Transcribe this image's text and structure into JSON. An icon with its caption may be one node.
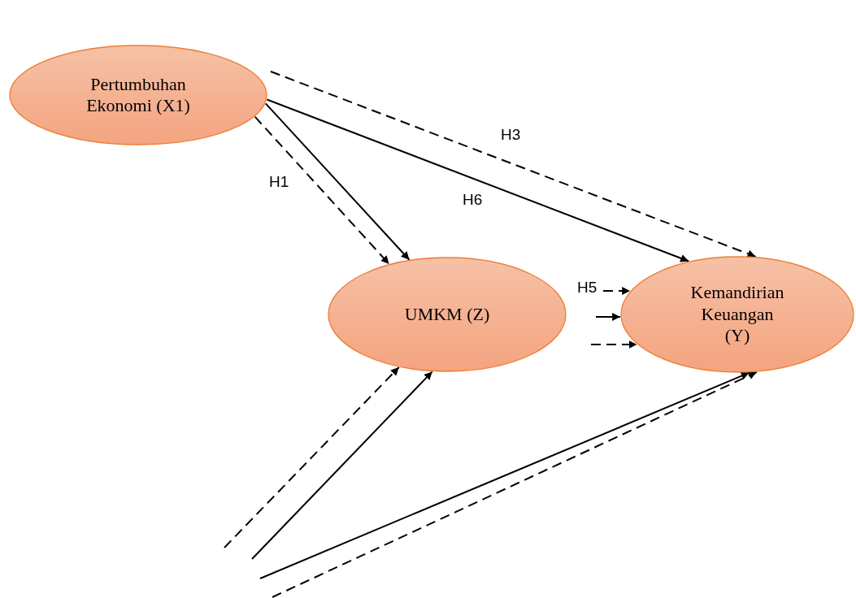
{
  "diagram": {
    "nodes": [
      {
        "text": [
          "Pertumbuhan Ekonomi (X1)"
        ]
      },
      {
        "text": [
          "UMKM (Z)"
        ]
      },
      {
        "text": [
          "Kemandirian Keuangan (Y)"
        ]
      }
    ],
    "edges": [
      {
        "from": 0,
        "to": 1,
        "arrow": "to",
        "label": "H1",
        "style": "dashed"
      },
      {
        "from": 0,
        "to": 1,
        "arrow": "to"
      },
      {
        "from": 0,
        "to": 2,
        "arrow": "to",
        "label": "H6"
      },
      {
        "from": 0,
        "to": 2,
        "arrow": "to",
        "label": "H3",
        "style": "dashed"
      },
      {
        "from": null,
        "to": 2,
        "arrow": "to",
        "label": "H5",
        "style": "dashed"
      },
      {
        "from": null,
        "to": 2,
        "arrow": "to"
      },
      {
        "from": null,
        "to": 2,
        "arrow": "to",
        "style": "dashed"
      },
      {
        "from": null,
        "to": 1,
        "arrow": "to",
        "style": "dashed"
      },
      {
        "from": null,
        "to": 1,
        "arrow": "to"
      },
      {
        "from": null,
        "to": 2,
        "arrow": "to"
      },
      {
        "from": null,
        "to": 2,
        "arrow": "to",
        "style": "dashed"
      }
    ]
  }
}
